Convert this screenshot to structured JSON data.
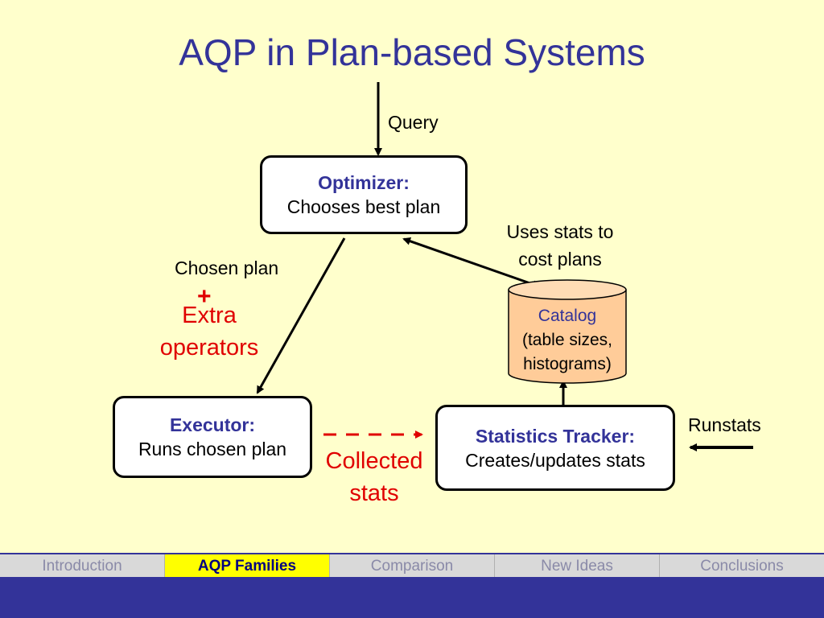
{
  "title": "AQP in Plan-based Systems",
  "optimizer": {
    "head": "Optimizer:",
    "text": "Chooses best plan"
  },
  "executor": {
    "head": "Executor:",
    "text": "Runs chosen plan"
  },
  "tracker": {
    "head": "Statistics Tracker:",
    "text": "Creates/updates stats"
  },
  "catalog": {
    "head": "Catalog",
    "line1": "(table sizes,",
    "line2": "histograms)"
  },
  "labels": {
    "query": "Query",
    "chosen_plan": "Chosen plan",
    "plus": "+",
    "extra_line1": "Extra",
    "extra_line2": "operators",
    "uses_stats_line1": "Uses stats to",
    "uses_stats_line2": "cost plans",
    "runstats": "Runstats",
    "collected_line1": "Collected",
    "collected_line2": "stats"
  },
  "nav": {
    "items": [
      "Introduction",
      "AQP Families",
      "Comparison",
      "New Ideas",
      "Conclusions"
    ],
    "active": "AQP Families"
  },
  "colors": {
    "title": "#333399",
    "accent_red": "#e00000",
    "background": "#ffffcc",
    "catalog_fill": "#ffcc99",
    "nav_active": "#ffff00"
  }
}
